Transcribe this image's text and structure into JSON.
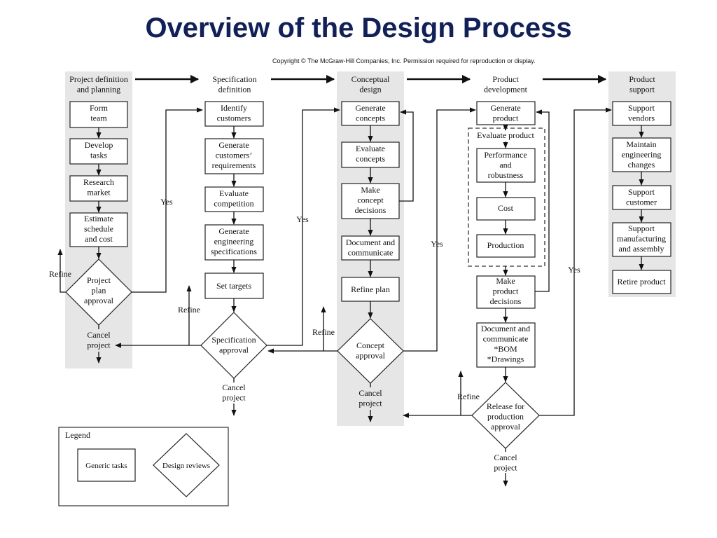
{
  "title": "Overview of the Design Process",
  "copyright": "Copyright © The McGraw-Hill Companies, Inc. Permission required for reproduction or display.",
  "phases": {
    "project_definition": "Project definition|and planning",
    "specification": "Specification|definition",
    "conceptual": "Conceptual|design",
    "product_development": "Product|development",
    "product_support": "Product|support"
  },
  "col1": {
    "form_team": "Form|team",
    "develop_tasks": "Develop|tasks",
    "research_market": "Research|market",
    "estimate": "Estimate|schedule|and cost",
    "approval": "Project|plan|approval",
    "refine": "Refine",
    "cancel": "Cancel|project",
    "yes": "Yes"
  },
  "col2": {
    "identify": "Identify|customers",
    "generate_req": "Generate|customers’|requirements",
    "evaluate_comp": "Evaluate|competition",
    "generate_spec": "Generate|engineering|specifications",
    "set_targets": "Set targets",
    "approval": "Specification|approval",
    "refine": "Refine",
    "cancel": "Cancel|project",
    "yes": "Yes"
  },
  "col3": {
    "generate": "Generate|concepts",
    "evaluate": "Evaluate|concepts",
    "make": "Make|concept|decisions",
    "document": "Document and|communicate",
    "refine_plan": "Refine plan",
    "approval": "Concept|approval",
    "refine": "Refine",
    "cancel": "Cancel|project",
    "yes": "Yes"
  },
  "col4": {
    "generate": "Generate|product",
    "evaluate_label": "Evaluate product",
    "performance": "Performance|and|robustness",
    "cost": "Cost",
    "production": "Production",
    "make": "Make|product|decisions",
    "document": "Document and|communicate|*BOM|*Drawings",
    "approval": "Release for|production|approval",
    "refine": "Refine",
    "cancel": "Cancel|project",
    "yes": "Yes"
  },
  "col5": {
    "support_vendors": "Support|vendors",
    "maintain": "Maintain|engineering|changes",
    "support_customer": "Support|customer",
    "support_mfg": "Support|manufacturing|and assembly",
    "retire": "Retire product"
  },
  "legend": {
    "title": "Legend",
    "generic": "Generic tasks",
    "reviews": "Design reviews"
  }
}
